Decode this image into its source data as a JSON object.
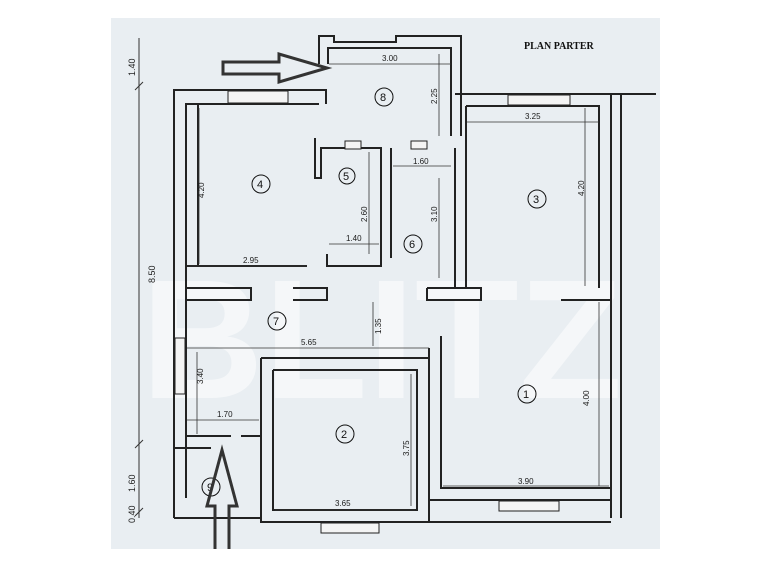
{
  "title": "PLAN PARTER",
  "watermark": "BLITZ",
  "rooms": [
    {
      "id": "1"
    },
    {
      "id": "2"
    },
    {
      "id": "3"
    },
    {
      "id": "4"
    },
    {
      "id": "5"
    },
    {
      "id": "6"
    },
    {
      "id": "7"
    },
    {
      "id": "8"
    },
    {
      "id": "9"
    }
  ],
  "dimensions": {
    "d300": "3.00",
    "d225": "2.25",
    "d325": "3.25",
    "d160": "1.60",
    "d420a": "4.20",
    "d420b": "4.20",
    "d260": "2.60",
    "d310": "3.10",
    "d140": "1.40",
    "d295": "2.95",
    "d135": "1.35",
    "d565": "5.65",
    "d340": "3.40",
    "d170": "1.70",
    "d375": "3.75",
    "d365": "3.65",
    "d400": "4.00",
    "d390": "3.90"
  },
  "side_dims": {
    "top": "1.40",
    "total": "8.50",
    "lower": "1.60",
    "bottom": "0.40"
  },
  "colors": {
    "sheet": "#e9eef2",
    "wall": "#222222",
    "arrow": "#333333"
  }
}
